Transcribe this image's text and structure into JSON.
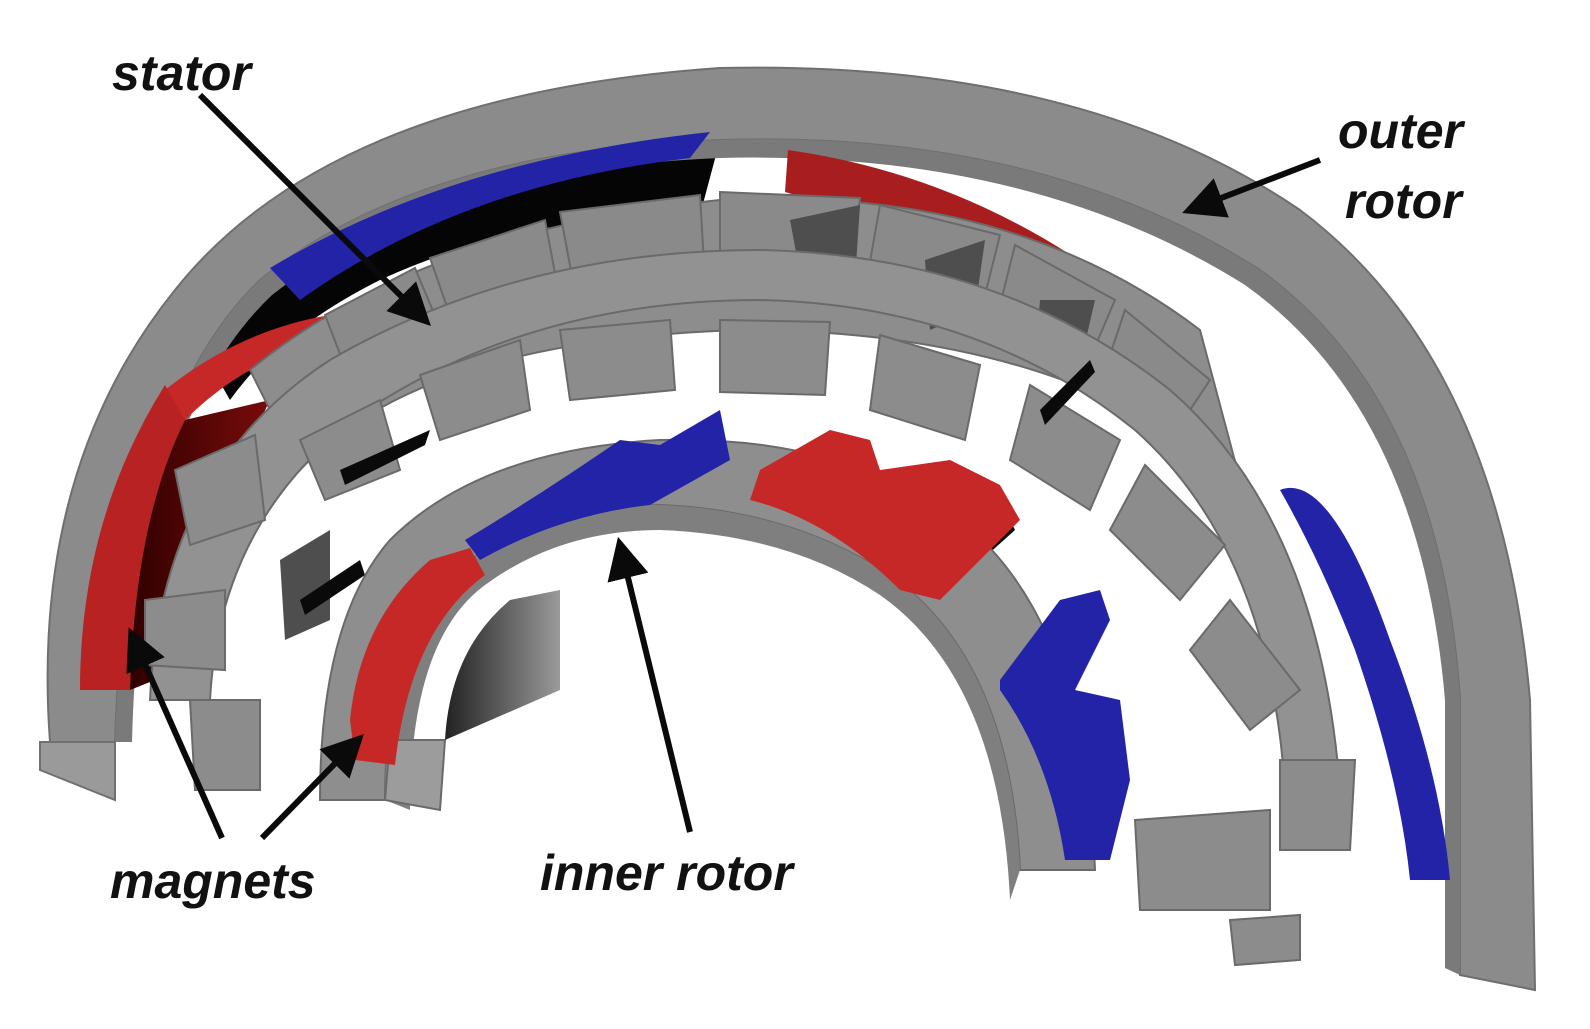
{
  "labels": {
    "stator": "stator",
    "outer_rotor_line1": "outer",
    "outer_rotor_line2": "rotor",
    "magnets": "magnets",
    "inner_rotor": "inner rotor"
  },
  "colors": {
    "steel": "#8a8a8a",
    "steel_dark": "#6e6e6e",
    "steel_shadow": "#4d4d4d",
    "magnet_red": "#c62828",
    "magnet_blue": "#2323a8",
    "cavity": "#050505",
    "arrow": "#0a0a0a"
  }
}
